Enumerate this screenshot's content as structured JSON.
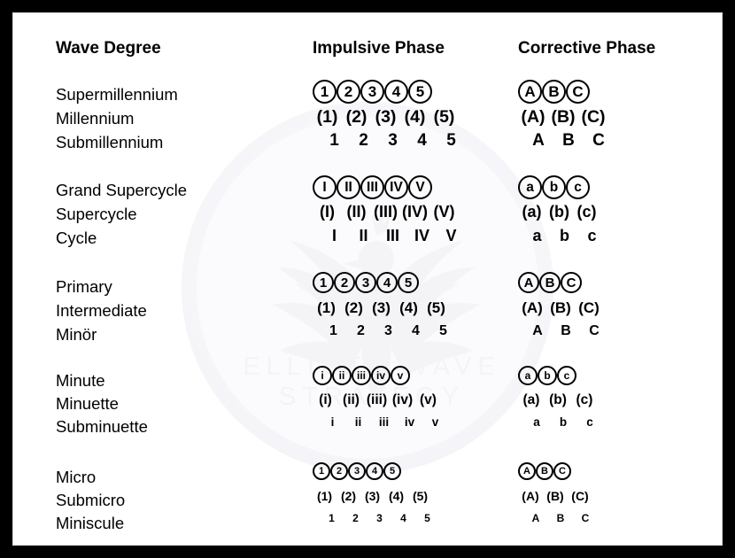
{
  "headers": {
    "degree": "Wave Degree",
    "impulsive": "Impulsive Phase",
    "corrective": "Corrective Phase"
  },
  "watermark": {
    "line1": "ELLIOTT WAVE",
    "line2": "STRATEGY",
    "logo": "phoenix-wing-logo"
  },
  "colors": {
    "frame": "#000000",
    "card": "#ffffff",
    "text": "#000000",
    "watermark": "#f4f4f8"
  },
  "groups": [
    {
      "size": "g1",
      "rows": [
        {
          "label": "Supermillennium",
          "style": "circled",
          "impulsive": [
            "1",
            "2",
            "3",
            "4",
            "5"
          ],
          "corrective": [
            "A",
            "B",
            "C"
          ]
        },
        {
          "label": "Millennium",
          "style": "paren",
          "impulsive": [
            "(1)",
            "(2)",
            "(3)",
            "(4)",
            "(5)"
          ],
          "corrective": [
            "(A)",
            "(B)",
            "(C)"
          ]
        },
        {
          "label": "Submillennium",
          "style": "plain",
          "impulsive": [
            "1",
            "2",
            "3",
            "4",
            "5"
          ],
          "corrective": [
            "A",
            "B",
            "C"
          ]
        }
      ]
    },
    {
      "size": "g2",
      "rows": [
        {
          "label": "Grand Supercycle",
          "style": "circled",
          "impulsive": [
            "I",
            "II",
            "III",
            "IV",
            "V"
          ],
          "corrective": [
            "a",
            "b",
            "c"
          ]
        },
        {
          "label": "Supercycle",
          "style": "paren",
          "impulsive": [
            "(I)",
            "(II)",
            "(III)",
            "(IV)",
            "(V)"
          ],
          "corrective": [
            "(a)",
            "(b)",
            "(c)"
          ]
        },
        {
          "label": "Cycle",
          "style": "plain",
          "impulsive": [
            "I",
            "II",
            "III",
            "IV",
            "V"
          ],
          "corrective": [
            "a",
            "b",
            "c"
          ]
        }
      ]
    },
    {
      "size": "g3",
      "rows": [
        {
          "label": "Primary",
          "style": "circled",
          "impulsive": [
            "1",
            "2",
            "3",
            "4",
            "5"
          ],
          "corrective": [
            "A",
            "B",
            "C"
          ]
        },
        {
          "label": "Intermediate",
          "style": "paren",
          "impulsive": [
            "(1)",
            "(2)",
            "(3)",
            "(4)",
            "(5)"
          ],
          "corrective": [
            "(A)",
            "(B)",
            "(C)"
          ]
        },
        {
          "label": "Minör",
          "style": "plain",
          "impulsive": [
            "1",
            "2",
            "3",
            "4",
            "5"
          ],
          "corrective": [
            "A",
            "B",
            "C"
          ]
        }
      ]
    },
    {
      "size": "g4",
      "rows": [
        {
          "label": "Minute",
          "style": "circled",
          "impulsive": [
            "i",
            "ii",
            "iii",
            "iv",
            "v"
          ],
          "corrective": [
            "a",
            "b",
            "c"
          ]
        },
        {
          "label": "Minuette",
          "style": "paren",
          "impulsive": [
            "(i)",
            "(ii)",
            "(iii)",
            "(iv)",
            "(v)"
          ],
          "corrective": [
            "(a)",
            "(b)",
            "(c)"
          ]
        },
        {
          "label": "Subminuette",
          "style": "plain",
          "impulsive": [
            "i",
            "ii",
            "iii",
            "iv",
            "v"
          ],
          "corrective": [
            "a",
            "b",
            "c"
          ]
        }
      ]
    },
    {
      "size": "g5",
      "rows": [
        {
          "label": "Micro",
          "style": "circled",
          "impulsive": [
            "1",
            "2",
            "3",
            "4",
            "5"
          ],
          "corrective": [
            "A",
            "B",
            "C"
          ]
        },
        {
          "label": "Submicro",
          "style": "paren",
          "impulsive": [
            "(1)",
            "(2)",
            "(3)",
            "(4)",
            "(5)"
          ],
          "corrective": [
            "(A)",
            "(B)",
            "(C)"
          ]
        },
        {
          "label": "Miniscule",
          "style": "plain",
          "impulsive": [
            "1",
            "2",
            "3",
            "4",
            "5"
          ],
          "corrective": [
            "A",
            "B",
            "C"
          ]
        }
      ]
    }
  ],
  "layout": {
    "group_tops": [
      72,
      179,
      290,
      398,
      507
    ],
    "row_step": [
      27,
      26,
      26,
      25,
      24
    ],
    "label_tops": [
      [
        81,
        108,
        135
      ],
      [
        189,
        216,
        243
      ],
      [
        298,
        325,
        352
      ],
      [
        404,
        430,
        456
      ],
      [
        513,
        539,
        565
      ]
    ]
  }
}
